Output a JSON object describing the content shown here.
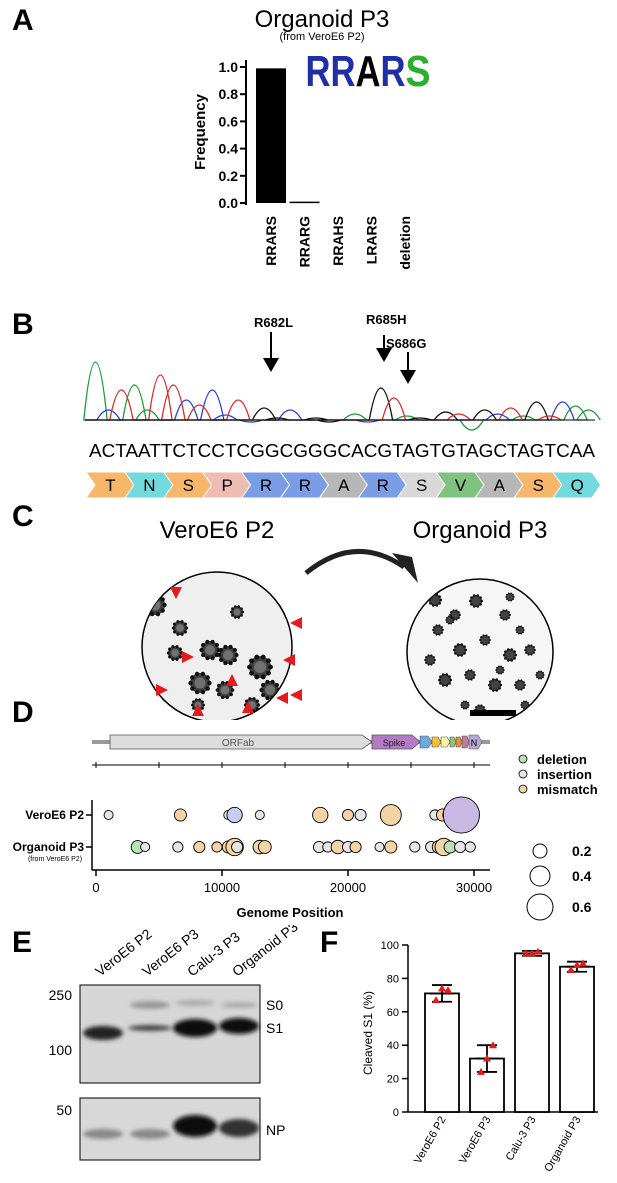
{
  "panels": {
    "a": "A",
    "b": "B",
    "c": "C",
    "d": "D",
    "e": "E",
    "f": "F"
  },
  "panel_a": {
    "title": "Organoid P3",
    "subtitle": "(from VeroE6 P2)",
    "logo": "RRARS",
    "logo_colors": [
      "#1f2fa8",
      "#1f2fa8",
      "#000000",
      "#1f2fa8",
      "#2bb02b"
    ]
  },
  "panel_b": {
    "sequence": "ACTAATTCTCCTCGGCGGGCACGTAGTGTAGCTAGTCAA",
    "annotations": [
      {
        "label": "R682L"
      },
      {
        "label": "R685H"
      },
      {
        "label": "S686G"
      }
    ],
    "amino_acids": [
      {
        "aa": "T",
        "color": "#f6b76a"
      },
      {
        "aa": "N",
        "color": "#72d9dc"
      },
      {
        "aa": "S",
        "color": "#f6b76a"
      },
      {
        "aa": "P",
        "color": "#efbcb3"
      },
      {
        "aa": "R",
        "color": "#7b9de6"
      },
      {
        "aa": "R",
        "color": "#7b9de6"
      },
      {
        "aa": "A",
        "color": "#b7b7b7"
      },
      {
        "aa": "R",
        "color": "#7b9de6"
      },
      {
        "aa": "S",
        "color": "#d8d8d8"
      },
      {
        "aa": "V",
        "color": "#7fc17f"
      },
      {
        "aa": "A",
        "color": "#b7b7b7"
      },
      {
        "aa": "S",
        "color": "#f6b76a"
      },
      {
        "aa": "Q",
        "color": "#72d9dc"
      }
    ]
  },
  "panel_c": {
    "left_label": "VeroE6 P2",
    "right_label": "Organoid P3"
  },
  "panel_d": {
    "genome": {
      "genes": [
        "ORFab",
        "Spike",
        "N"
      ]
    },
    "legend": [
      {
        "label": "deletion",
        "color": "#b9e2b9"
      },
      {
        "label": "insertion",
        "color": "#e6e6e6"
      },
      {
        "label": "mismatch",
        "color": "#f4d3a6"
      }
    ],
    "size_legend": [
      "0.2",
      "0.4",
      "0.6"
    ],
    "rows": [
      "VeroE6 P2",
      "Organoid P3"
    ],
    "row2_sub": "(from VeroE6 P2)",
    "xticks": [
      "0",
      "10000",
      "20000",
      "30000"
    ],
    "xlabel": "Genome Position"
  },
  "panel_e": {
    "lanes": [
      "VeroE6 P2",
      "VeroE6 P3",
      "Calu-3 P3",
      "Organoid P3"
    ],
    "markers_top": [
      "250",
      "100"
    ],
    "markers_bottom": [
      "50"
    ],
    "bands_top": [
      "S0",
      "S1"
    ],
    "bands_bottom": [
      "NP"
    ]
  },
  "chart_data": [
    {
      "type": "bar",
      "panel": "A",
      "categories": [
        "RRARS",
        "RRARG",
        "RRAHS",
        "LRARS",
        "deletion"
      ],
      "values": [
        0.99,
        0.01,
        0.0,
        0.0,
        0.0
      ],
      "ylabel": "Frequency",
      "ylim": [
        0,
        1.0
      ],
      "yticks": [
        "0.0",
        "0.2",
        "0.4",
        "0.6",
        "0.8",
        "1.0"
      ]
    },
    {
      "type": "scatter",
      "panel": "D",
      "xlabel": "Genome Position",
      "xlim": [
        0,
        30000
      ],
      "series": [
        {
          "name": "VeroE6 P2",
          "points": [
            {
              "x": 1000,
              "size": 0.02,
              "kind": "insertion"
            },
            {
              "x": 6700,
              "size": 0.05,
              "kind": "mismatch"
            },
            {
              "x": 10500,
              "size": 0.02,
              "kind": "insertion"
            },
            {
              "x": 11000,
              "size": 0.1,
              "kind": "insertion"
            },
            {
              "x": 13000,
              "size": 0.02,
              "kind": "insertion"
            },
            {
              "x": 17800,
              "size": 0.1,
              "kind": "mismatch"
            },
            {
              "x": 20000,
              "size": 0.04,
              "kind": "mismatch"
            },
            {
              "x": 21000,
              "size": 0.04,
              "kind": "insertion"
            },
            {
              "x": 23400,
              "size": 0.22,
              "kind": "mismatch"
            },
            {
              "x": 26900,
              "size": 0.03,
              "kind": "insertion"
            },
            {
              "x": 27500,
              "size": 0.05,
              "kind": "mismatch"
            },
            {
              "x": 28000,
              "size": 0.05,
              "kind": "insertion"
            },
            {
              "x": 29000,
              "size": 0.8,
              "kind": "insertion"
            }
          ]
        },
        {
          "name": "Organoid P3",
          "points": [
            {
              "x": 3300,
              "size": 0.06,
              "kind": "deletion"
            },
            {
              "x": 3900,
              "size": 0.02,
              "kind": "insertion"
            },
            {
              "x": 6500,
              "size": 0.03,
              "kind": "insertion"
            },
            {
              "x": 8200,
              "size": 0.04,
              "kind": "mismatch"
            },
            {
              "x": 9600,
              "size": 0.03,
              "kind": "mismatch"
            },
            {
              "x": 10500,
              "size": 0.05,
              "kind": "mismatch"
            },
            {
              "x": 11000,
              "size": 0.14,
              "kind": "mismatch"
            },
            {
              "x": 11200,
              "size": 0.04,
              "kind": "insertion"
            },
            {
              "x": 13000,
              "size": 0.07,
              "kind": "mismatch"
            },
            {
              "x": 13400,
              "size": 0.06,
              "kind": "mismatch"
            },
            {
              "x": 17700,
              "size": 0.04,
              "kind": "insertion"
            },
            {
              "x": 18400,
              "size": 0.03,
              "kind": "insertion"
            },
            {
              "x": 19200,
              "size": 0.07,
              "kind": "mismatch"
            },
            {
              "x": 20000,
              "size": 0.04,
              "kind": "insertion"
            },
            {
              "x": 20600,
              "size": 0.04,
              "kind": "mismatch"
            },
            {
              "x": 22500,
              "size": 0.02,
              "kind": "insertion"
            },
            {
              "x": 23400,
              "size": 0.05,
              "kind": "mismatch"
            },
            {
              "x": 25300,
              "size": 0.03,
              "kind": "insertion"
            },
            {
              "x": 26600,
              "size": 0.04,
              "kind": "insertion"
            },
            {
              "x": 27200,
              "size": 0.06,
              "kind": "mismatch"
            },
            {
              "x": 27600,
              "size": 0.14,
              "kind": "mismatch"
            },
            {
              "x": 28100,
              "size": 0.05,
              "kind": "deletion"
            },
            {
              "x": 28900,
              "size": 0.04,
              "kind": "insertion"
            },
            {
              "x": 29700,
              "size": 0.03,
              "kind": "insertion"
            }
          ]
        }
      ]
    },
    {
      "type": "bar",
      "panel": "F",
      "categories": [
        "VeroE6 P2",
        "VeroE6 P3",
        "Calu-3 P3",
        "Organoid P3"
      ],
      "values": [
        71,
        32,
        95,
        87
      ],
      "errors": [
        5,
        8,
        1.5,
        3
      ],
      "replicates": [
        [
          67,
          74,
          73
        ],
        [
          24,
          32,
          40
        ],
        [
          95,
          95,
          96
        ],
        [
          85,
          88,
          89
        ]
      ],
      "ylabel": "Cleaved S1 (%)",
      "ylim": [
        0,
        100
      ],
      "yticks": [
        "0",
        "20",
        "40",
        "60",
        "80",
        "100"
      ]
    }
  ]
}
